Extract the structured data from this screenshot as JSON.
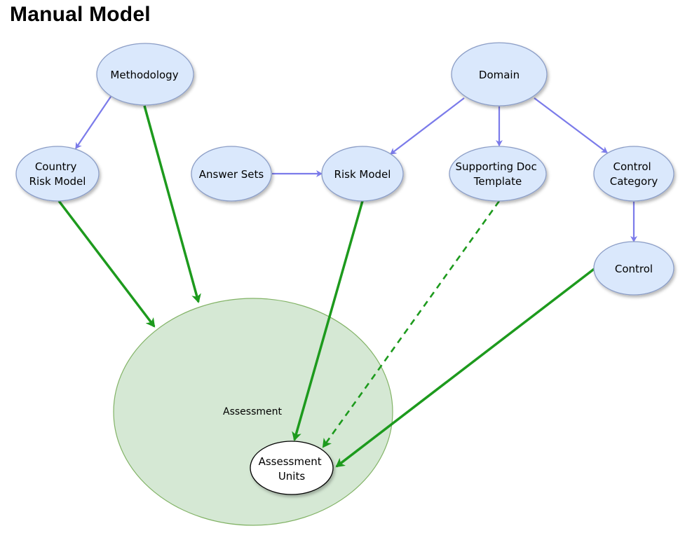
{
  "title": "Manual Model",
  "nodes": {
    "methodology": [
      "Methodology"
    ],
    "domain": [
      "Domain"
    ],
    "country_risk_model": [
      "Country",
      "Risk Model"
    ],
    "answer_sets": [
      "Answer Sets"
    ],
    "risk_model": [
      "Risk Model"
    ],
    "supporting_doc_template": [
      "Supporting Doc",
      "Template"
    ],
    "control_category": [
      "Control",
      "Category"
    ],
    "control": [
      "Control"
    ],
    "assessment": [
      "Assessment"
    ],
    "assessment_units": [
      "Assessment",
      "Units"
    ]
  },
  "colors": {
    "node_fill": "#dae8fc",
    "node_stroke": "#8b9dc6",
    "blue_edge": "#7b7bea",
    "green_edge": "#1d9a1d",
    "assessment_fill": "#d5e8d4",
    "assessment_stroke": "#82b366",
    "units_fill": "#ffffff",
    "units_stroke": "#000000"
  }
}
